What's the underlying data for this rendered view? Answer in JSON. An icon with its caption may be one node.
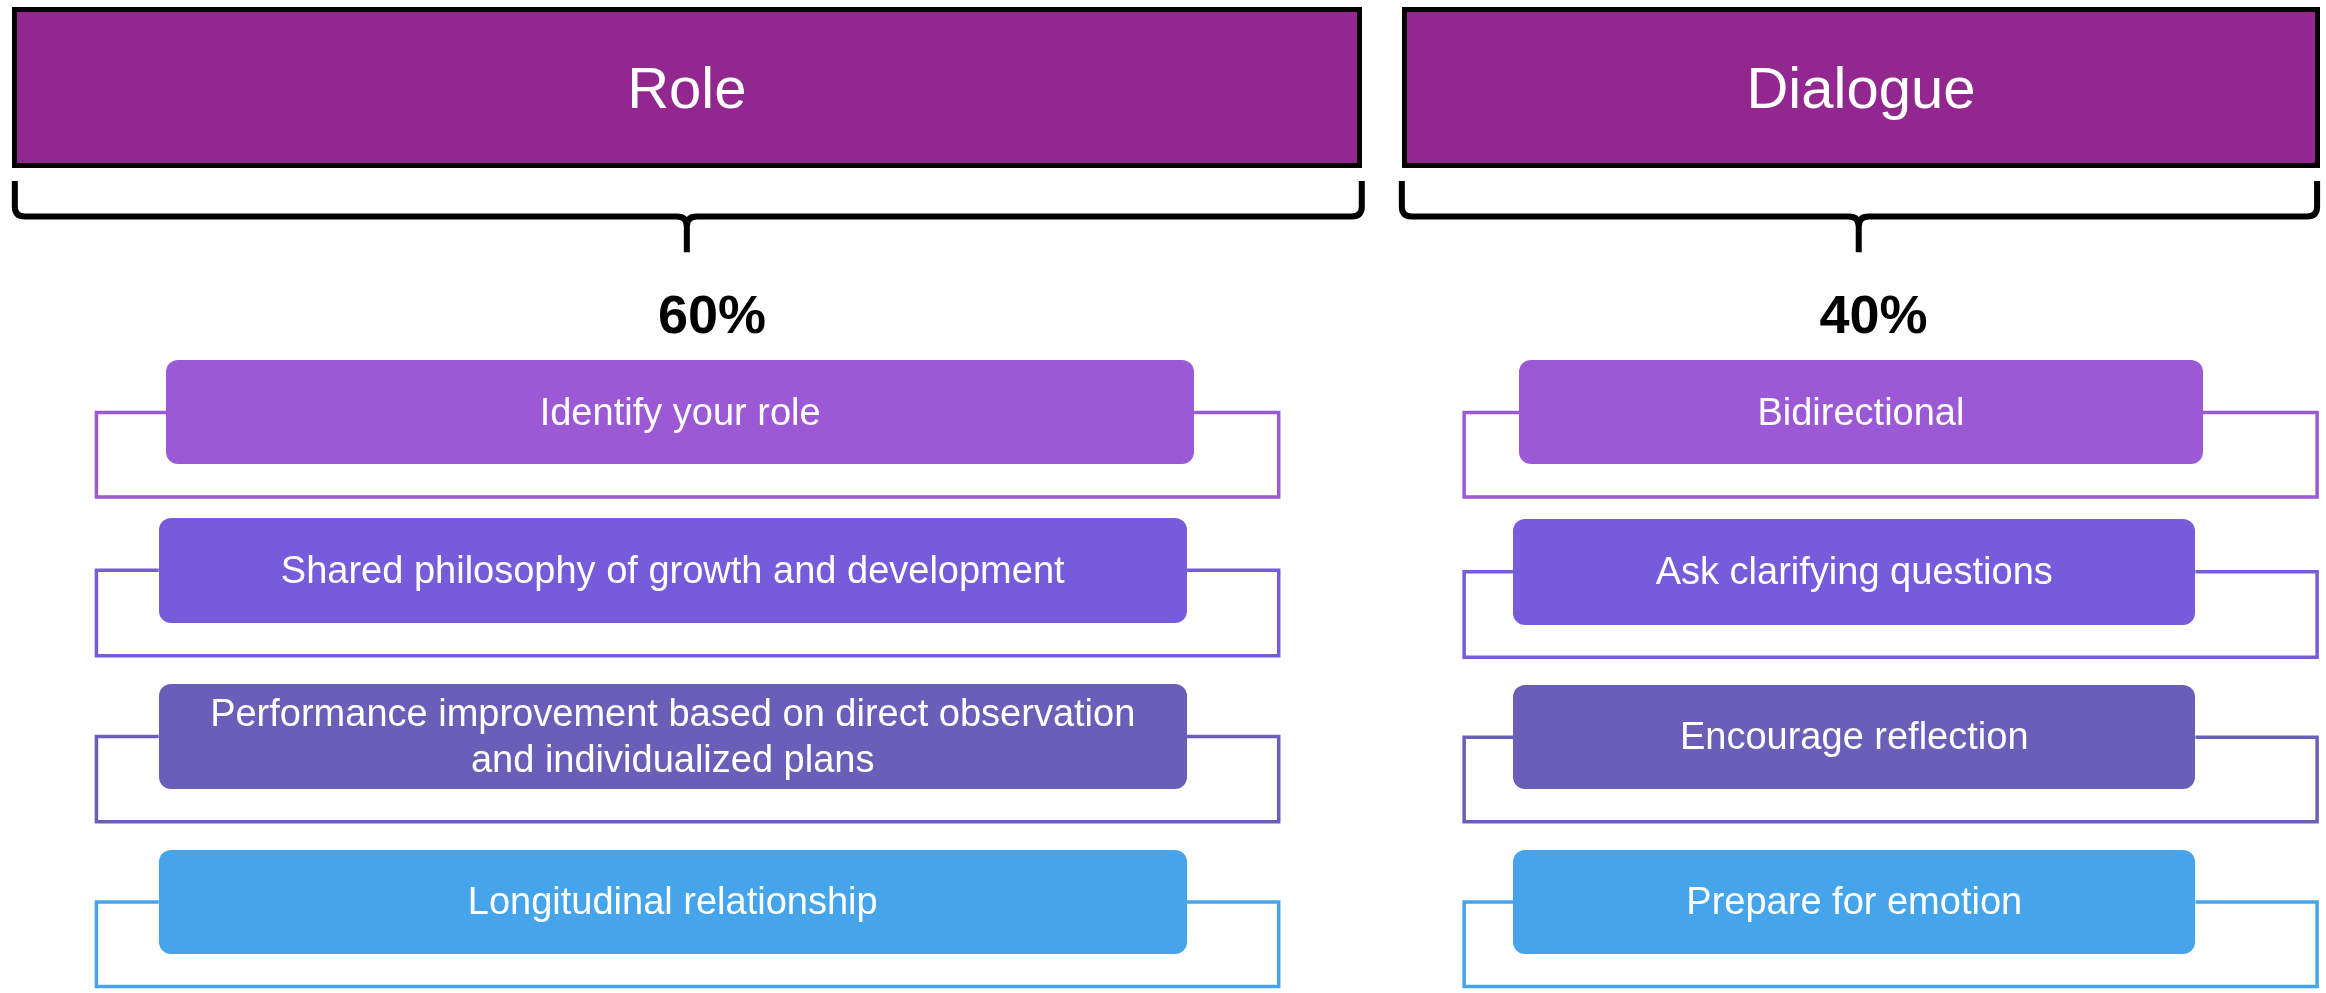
{
  "diagram": {
    "nodes": [
      {
        "text": [
          "Role"
        ]
      },
      {
        "text": [
          "Dialogue"
        ]
      },
      {
        "text": [
          "Identify your role"
        ]
      },
      {
        "text": [
          "Shared philosophy of growth and development"
        ]
      },
      {
        "text": [
          "Performance improvement based on direct observation and individualized plans"
        ]
      },
      {
        "text": [
          "Longitudinal relationship"
        ]
      },
      {
        "text": [
          "Bidirectional"
        ]
      },
      {
        "text": [
          "Ask clarifying questions"
        ]
      },
      {
        "text": [
          "Encourage reflection"
        ]
      },
      {
        "text": [
          "Prepare for emotion"
        ]
      }
    ],
    "labels": [
      "60%",
      "40%"
    ]
  }
}
